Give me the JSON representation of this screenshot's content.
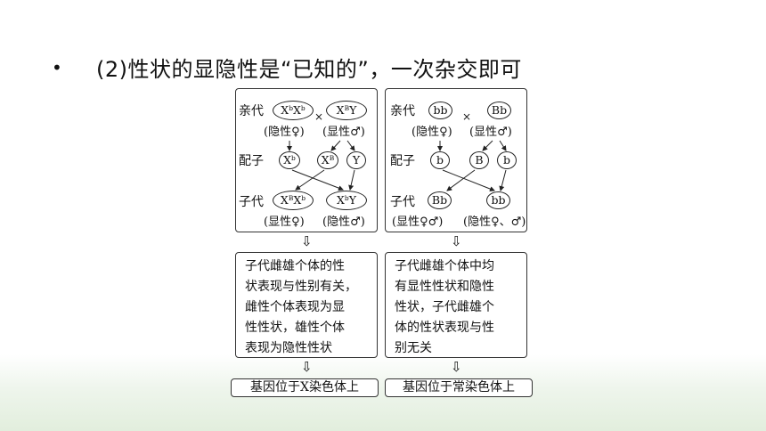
{
  "bullet": "•",
  "heading": "(2)性状的显隐性是“已知的”，一次杂交即可",
  "left_panel": {
    "parents_label": "亲代",
    "female": {
      "base1": "X",
      "sup1": "b",
      "base2": "X",
      "sup2": "b"
    },
    "cross": "×",
    "male": {
      "base1": "X",
      "sup1": "B",
      "base2": "Y"
    },
    "female_phenotype": "(隐性♀)",
    "male_phenotype": "(显性♂)",
    "gametes_label": "配子",
    "gamete1": {
      "base": "X",
      "sup": "b"
    },
    "gamete2": {
      "base": "X",
      "sup": "B"
    },
    "gamete3": {
      "base": "Y"
    },
    "offspring_label": "子代",
    "offspring1": {
      "base1": "X",
      "sup1": "B",
      "base2": "X",
      "sup2": "b"
    },
    "offspring2": {
      "base1": "X",
      "sup1": "b",
      "base2": "Y"
    },
    "offspring1_phenotype": "(显性♀)",
    "offspring2_phenotype": "(隐性♂)",
    "conclusion_lines": [
      "子代雌雄个体的性",
      "状表现与性别有关，",
      "雌性个体表现为显",
      "性性状，雄性个体",
      "表现为隐性性状"
    ],
    "result": "基因位于X染色体上"
  },
  "right_panel": {
    "parents_label": "亲代",
    "female": "bb",
    "cross": "×",
    "male": "Bb",
    "female_phenotype": "(隐性♀)",
    "male_phenotype": "(显性♂)",
    "gametes_label": "配子",
    "gamete1": "b",
    "gamete2": "B",
    "gamete3": "b",
    "offspring_label": "子代",
    "offspring1": "Bb",
    "offspring2": "bb",
    "offspring1_phenotype": "(显性♀♂)",
    "offspring2_phenotype": "(隐性♀、♂)",
    "conclusion_lines": [
      "子代雌雄个体中均",
      "有显性性状和隐性",
      "性状，子代雌雄个",
      "体的性状表现与性",
      "别无关"
    ],
    "result": "基因位于常染色体上"
  },
  "arrow_glyph": "⇩"
}
